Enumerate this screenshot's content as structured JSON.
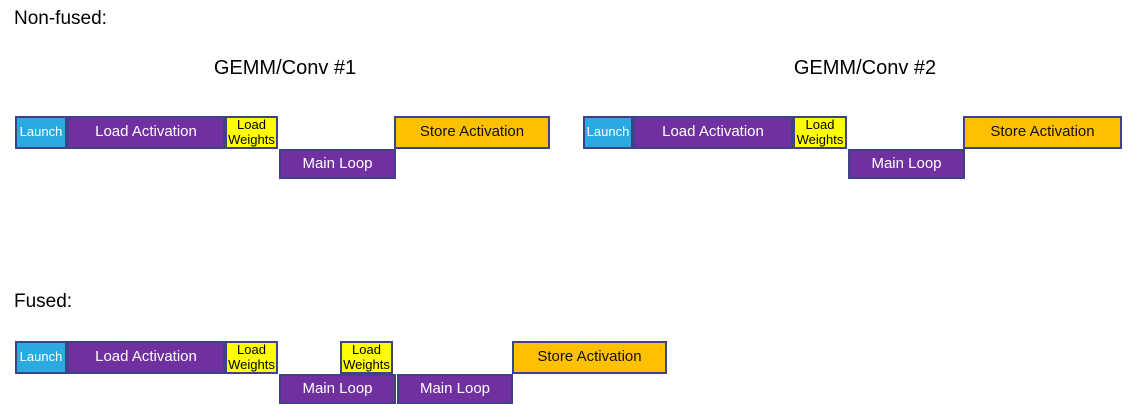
{
  "colors": {
    "background": "#FFFFFF",
    "launch": "#29ABE2",
    "purple": "#7030A0",
    "yellow": "#FFFF00",
    "orange": "#FFC000",
    "border": "#3E4289"
  },
  "sections": {
    "non_fused": {
      "heading": "Non-fused:",
      "diagrams": [
        {
          "title": "GEMM/Conv #1",
          "blocks": [
            {
              "label": "Launch"
            },
            {
              "label": "Load Activation"
            },
            {
              "label": "Load Weights"
            },
            {
              "label": "Main Loop"
            },
            {
              "label": "Store Activation"
            }
          ]
        },
        {
          "title": "GEMM/Conv #2",
          "blocks": [
            {
              "label": "Launch"
            },
            {
              "label": "Load Activation"
            },
            {
              "label": "Load Weights"
            },
            {
              "label": "Main Loop"
            },
            {
              "label": "Store Activation"
            }
          ]
        }
      ]
    },
    "fused": {
      "heading": "Fused:",
      "blocks": [
        {
          "label": "Launch"
        },
        {
          "label": "Load Activation"
        },
        {
          "label": "Load Weights"
        },
        {
          "label": "Main Loop"
        },
        {
          "label": "Load Weights"
        },
        {
          "label": "Main Loop"
        },
        {
          "label": "Store Activation"
        }
      ]
    }
  }
}
